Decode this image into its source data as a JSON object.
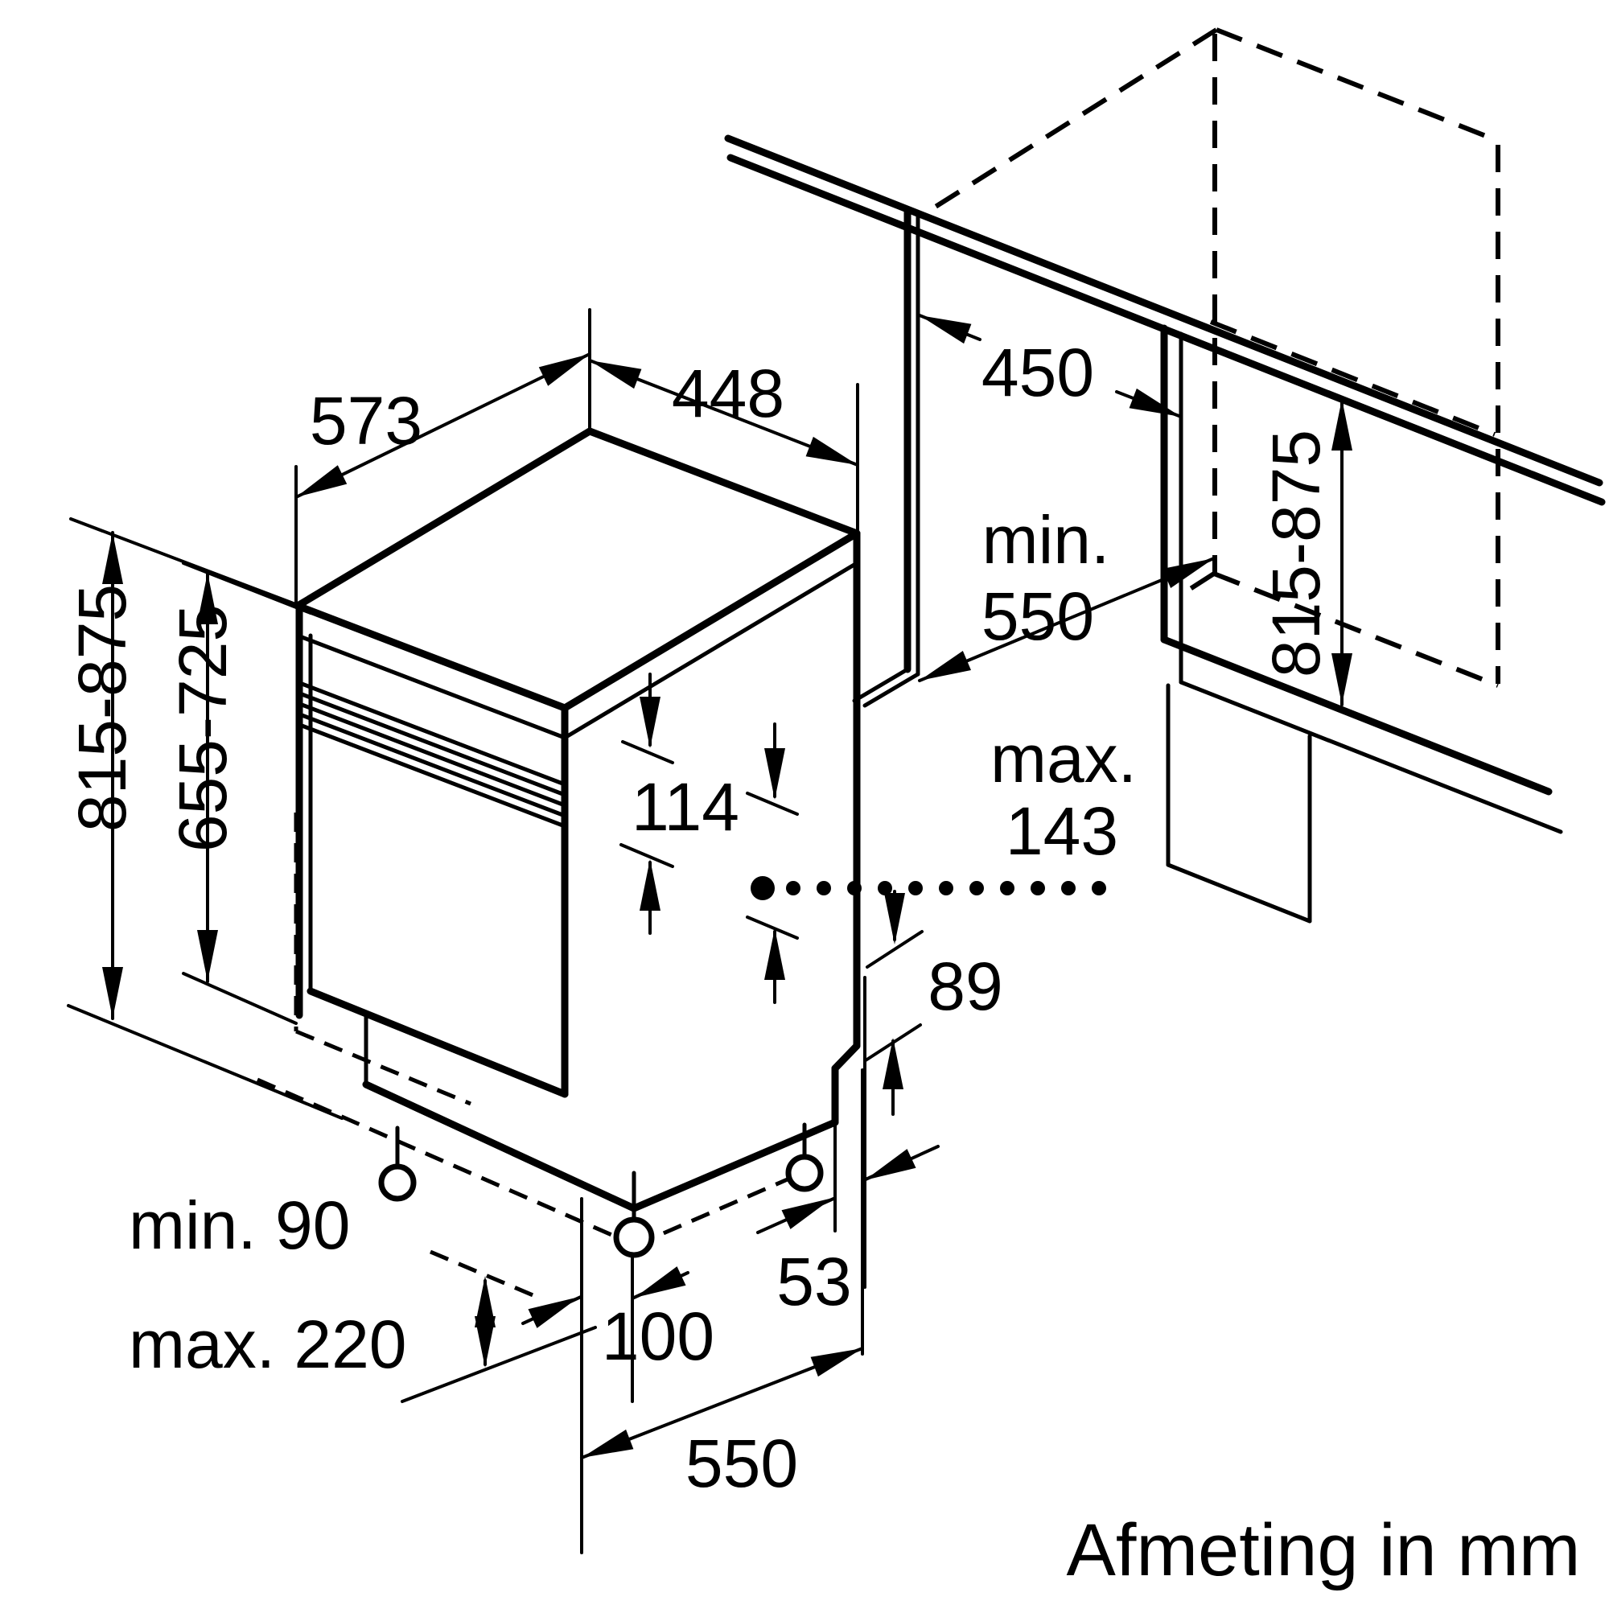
{
  "caption": "Afmeting in mm",
  "dimensions": {
    "top_depth": "573",
    "door_width": "448",
    "niche_width": "450",
    "niche_depth_prefix": "min.",
    "niche_depth_value": "550",
    "niche_height": "815-875",
    "appliance_height": "815-875",
    "door_panel_height": "655-725",
    "control_panel_height": "114",
    "hinge_max_prefix": "max.",
    "hinge_max_value": "143",
    "base_clearance": "89",
    "plinth_min": "min. 90",
    "plinth_max": "max. 220",
    "foot_offset": "100",
    "door_gap": "53",
    "appliance_depth": "550"
  }
}
